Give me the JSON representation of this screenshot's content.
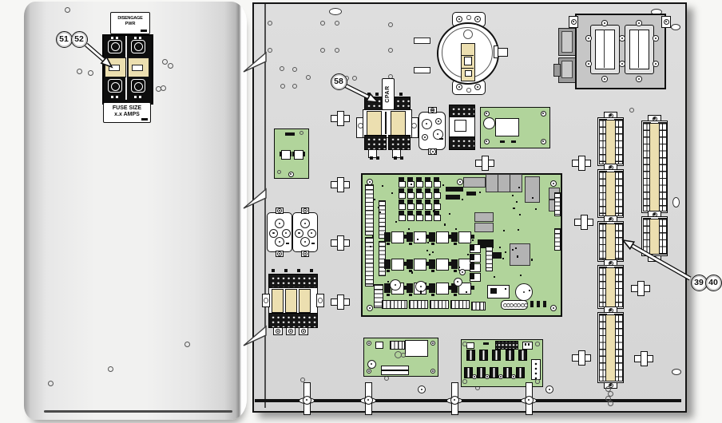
{
  "door": {
    "warning_label": {
      "line1": "DISENGAGE",
      "line2": "PWR"
    },
    "fuse_label": {
      "line1": "FUSE SIZE",
      "line2": "x.x AMPS"
    }
  },
  "cabinet": {
    "cpar_label": "CPAR"
  },
  "callouts": {
    "c51": "51",
    "c52": "52",
    "c58": "58",
    "c39": "39",
    "c40": "40"
  },
  "colors": {
    "pcb_green": "#b1d49b",
    "fuse_tan": "#ecdfb0",
    "panel_gray": "#dadada",
    "plate_gray": "#c6c6c6",
    "outline": "#111111"
  }
}
